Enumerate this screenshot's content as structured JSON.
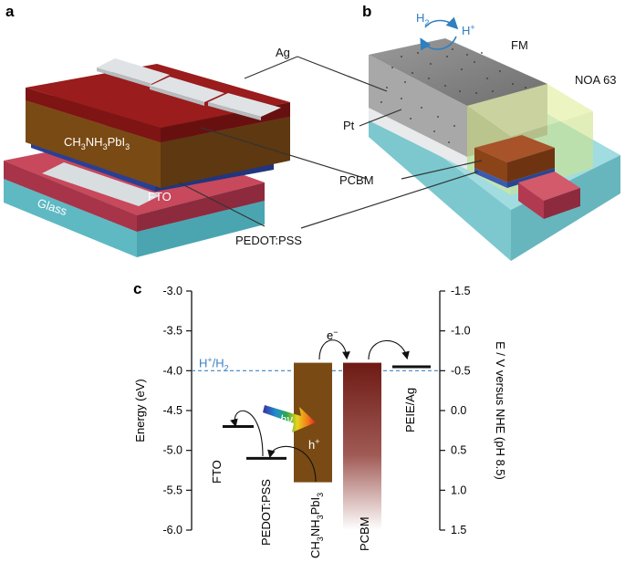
{
  "panels": {
    "a": "a",
    "b": "b",
    "c": "c"
  },
  "panel_a": {
    "ag": "Ag",
    "perovskite": {
      "base": "CH",
      "s1": "3",
      "mid": "NH",
      "s2": "3",
      "end": "PbI",
      "s3": "3"
    },
    "fto": "FTO",
    "glass": "Glass",
    "pedot": "PEDOT:PSS",
    "pcbm": "PCBM"
  },
  "panel_b": {
    "h2": {
      "base": "H",
      "sub": "2"
    },
    "hplus": {
      "base": "H",
      "sup": "+"
    },
    "fm": "FM",
    "noa": "NOA 63",
    "pt": "Pt"
  },
  "chart_data": {
    "type": "energy-level-diagram",
    "ylabel_left": "Energy (eV)",
    "ylabel_right": "E / V versus NHE (pH 8.5)",
    "ylim_left": [
      -6.0,
      -3.0
    ],
    "ylim_right": [
      1.5,
      -1.5
    ],
    "left_ticks": [
      "-3.0",
      "-3.5",
      "-4.0",
      "-4.5",
      "-5.0",
      "-5.5",
      "-6.0"
    ],
    "right_ticks": [
      "-1.5",
      "-1.0",
      "-0.5",
      "0.0",
      "0.5",
      "1.0",
      "1.5"
    ],
    "redox_label": {
      "base": "H",
      "sup": "+",
      "slash": "/H",
      "sub": "2"
    },
    "redox_level": -4.0,
    "levels": [
      {
        "name": "FTO",
        "energy": -4.7
      },
      {
        "name": "PEDOT:PSS",
        "energy": -5.1
      },
      {
        "name": "PEIE/Ag",
        "energy": -3.95
      }
    ],
    "bands": [
      {
        "name": "CH3NH3PbI3",
        "top": -3.9,
        "bottom": -5.4
      },
      {
        "name": "PCBM",
        "top": -3.9,
        "bottom": -6.0
      }
    ],
    "labels": {
      "fto": "FTO",
      "pedot": "PEDOT:PSS",
      "perov": {
        "base": "CH",
        "s1": "3",
        "mid": "NH",
        "s2": "3",
        "end": "PbI",
        "s3": "3"
      },
      "pcbm": "PCBM",
      "peie": "PEIE/Ag",
      "electron": {
        "base": "e",
        "sup": "−"
      },
      "hole": {
        "base": "h",
        "sup": "+"
      },
      "photon": "hν"
    },
    "colors": {
      "perovskite": "#7a4a14",
      "pcbm_top": "#6e1a14",
      "redox_line": "#3b82c4"
    }
  }
}
